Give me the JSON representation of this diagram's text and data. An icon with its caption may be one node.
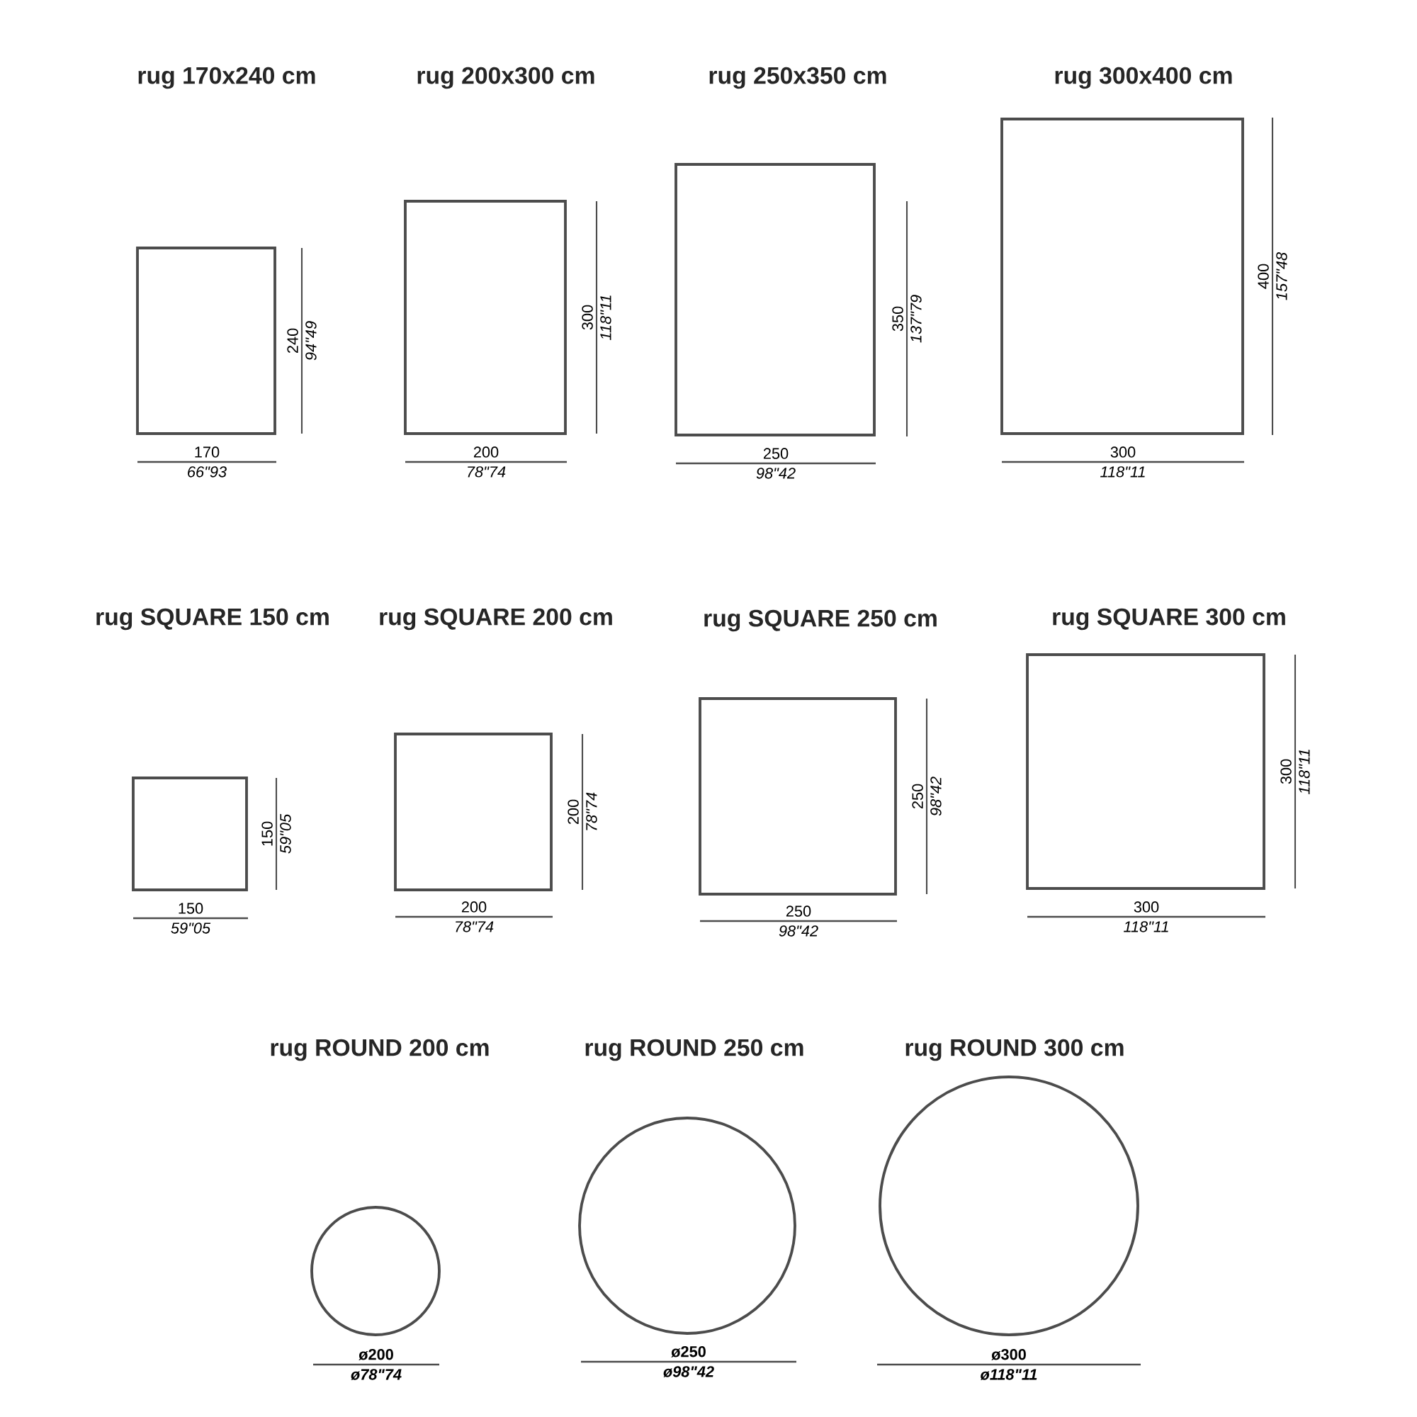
{
  "diagram": {
    "nodes": [
      {
        "text": [],
        "shape": "box",
        "beside": [
          "170",
          "66\"93",
          "240",
          "94\"49"
        ]
      },
      {
        "text": [],
        "shape": "box",
        "beside": [
          "200",
          "78\"74",
          "300",
          "118\"11"
        ]
      },
      {
        "text": [],
        "shape": "box",
        "beside": [
          "250",
          "98\"42",
          "350",
          "137\"79"
        ]
      },
      {
        "text": [],
        "shape": "box",
        "beside": [
          "300",
          "118\"11",
          "400",
          "157\"48"
        ]
      },
      {
        "text": [],
        "shape": "box",
        "beside": [
          "150",
          "59\"05",
          "150",
          "59\"05"
        ]
      },
      {
        "text": [],
        "shape": "box",
        "beside": [
          "200",
          "78\"74",
          "200",
          "78\"74"
        ]
      },
      {
        "text": [],
        "shape": "box",
        "beside": [
          "250",
          "98\"42",
          "250",
          "98\"42"
        ]
      },
      {
        "text": [],
        "shape": "box",
        "beside": [
          "300",
          "118\"11",
          "300",
          "118\"11"
        ]
      },
      {
        "text": [],
        "shape": "circle",
        "beside": [
          "ø200",
          "ø78\"74"
        ]
      },
      {
        "text": [],
        "shape": "circle",
        "beside": [
          "ø250",
          "ø98\"42"
        ]
      },
      {
        "text": [],
        "shape": "circle",
        "beside": [
          "ø300",
          "ø118\"11"
        ]
      }
    ],
    "labels": [
      "rug 170x240 cm",
      "rug 200x300 cm",
      "rug 250x350 cm",
      "rug 300x400 cm",
      "rug SQUARE 150 cm",
      "rug SQUARE 200 cm",
      "rug SQUARE 250 cm",
      "rug SQUARE 300 cm",
      "rug ROUND 200 cm",
      "rug ROUND 250 cm",
      "rug ROUND 300 cm"
    ]
  }
}
